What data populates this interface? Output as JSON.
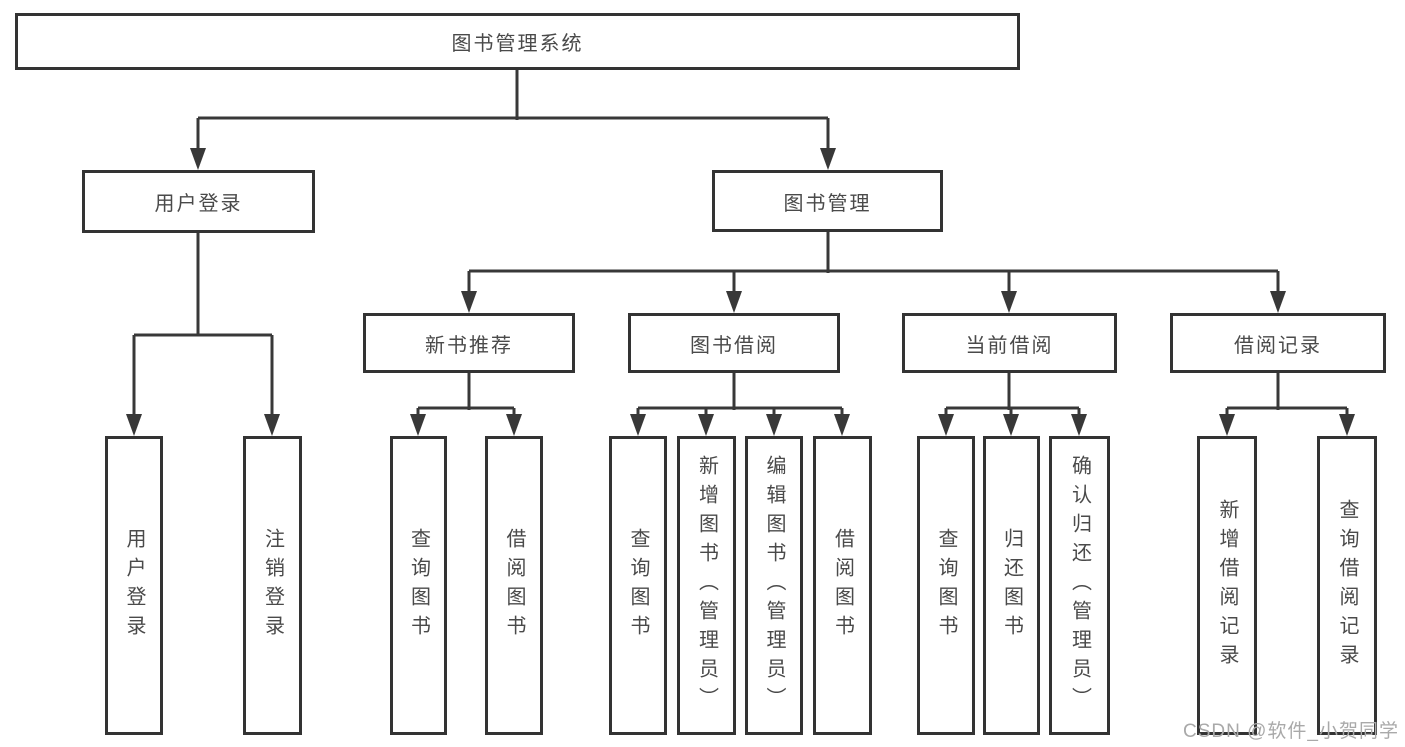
{
  "diagram_title": "图书管理系统",
  "nodes": {
    "root": {
      "label": "图书管理系统"
    },
    "user_login": {
      "label": "用户登录"
    },
    "book_management": {
      "label": "图书管理"
    },
    "new_book_recommend": {
      "label": "新书推荐"
    },
    "book_borrowing": {
      "label": "图书借阅"
    },
    "current_borrowing": {
      "label": "当前借阅"
    },
    "borrow_records": {
      "label": "借阅记录"
    },
    "leaves": {
      "user_login_leaf": {
        "label": "用户登录"
      },
      "logout": {
        "label": "注销登录"
      },
      "query_books_recommend": {
        "label": "查询图书"
      },
      "borrow_books_recommend": {
        "label": "借阅图书"
      },
      "query_books_borrowing": {
        "label": "查询图书"
      },
      "add_books_admin": {
        "label": "新增图书（管理员）"
      },
      "edit_books_admin": {
        "label": "编辑图书（管理员）"
      },
      "borrow_books_borrowing": {
        "label": "借阅图书"
      },
      "query_books_current": {
        "label": "查询图书"
      },
      "return_books": {
        "label": "归还图书"
      },
      "confirm_return_admin": {
        "label": "确认归还（管理员）"
      },
      "add_borrow_record": {
        "label": "新增借阅记录"
      },
      "query_borrow_record": {
        "label": "查询借阅记录"
      }
    }
  },
  "edges": [
    {
      "from": "root",
      "to": "user_login"
    },
    {
      "from": "root",
      "to": "book_management"
    },
    {
      "from": "user_login",
      "to": "user_login_leaf"
    },
    {
      "from": "user_login",
      "to": "logout"
    },
    {
      "from": "book_management",
      "to": "new_book_recommend"
    },
    {
      "from": "book_management",
      "to": "book_borrowing"
    },
    {
      "from": "book_management",
      "to": "current_borrowing"
    },
    {
      "from": "book_management",
      "to": "borrow_records"
    },
    {
      "from": "new_book_recommend",
      "to": "query_books_recommend"
    },
    {
      "from": "new_book_recommend",
      "to": "borrow_books_recommend"
    },
    {
      "from": "book_borrowing",
      "to": "query_books_borrowing"
    },
    {
      "from": "book_borrowing",
      "to": "add_books_admin"
    },
    {
      "from": "book_borrowing",
      "to": "edit_books_admin"
    },
    {
      "from": "book_borrowing",
      "to": "borrow_books_borrowing"
    },
    {
      "from": "current_borrowing",
      "to": "query_books_current"
    },
    {
      "from": "current_borrowing",
      "to": "return_books"
    },
    {
      "from": "current_borrowing",
      "to": "confirm_return_admin"
    },
    {
      "from": "borrow_records",
      "to": "add_borrow_record"
    },
    {
      "from": "borrow_records",
      "to": "query_borrow_record"
    }
  ],
  "watermark": {
    "text": "CSDN @软件_小贺同学"
  },
  "colors": {
    "background": "#ffffff",
    "box_border": "#333333",
    "connector_line": "#383838",
    "label_text": "#4a4a4a",
    "watermark_text": "#a9a9a9"
  }
}
